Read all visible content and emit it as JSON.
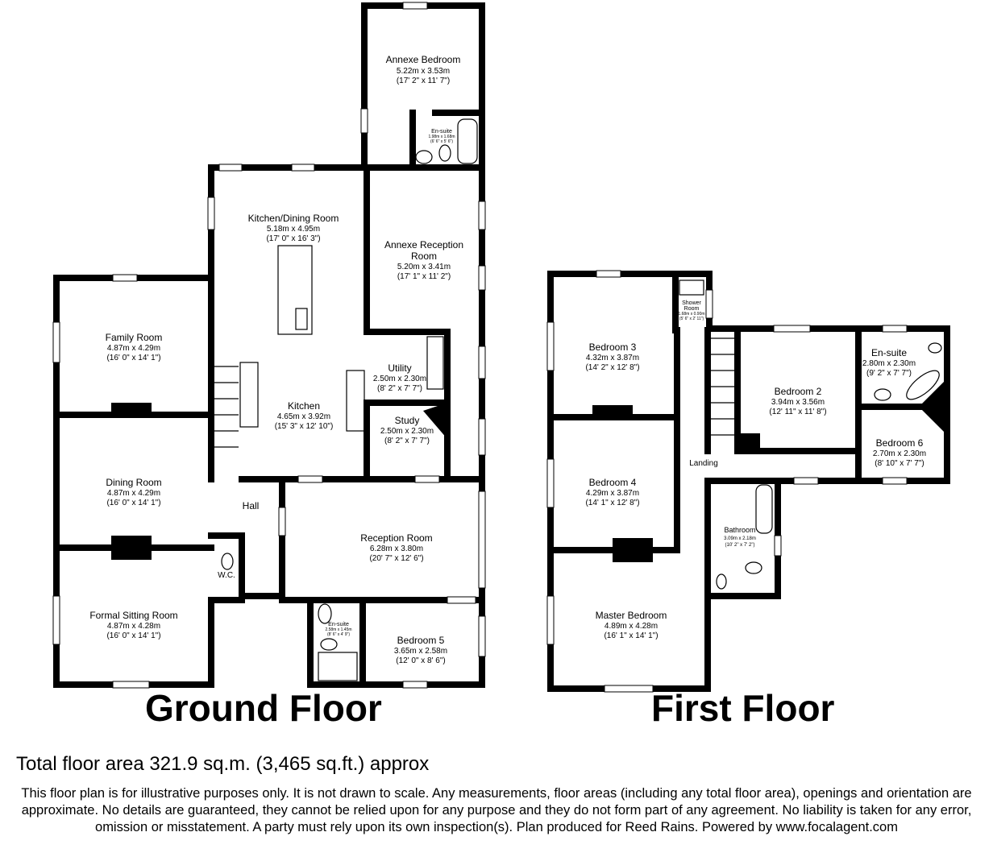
{
  "ground_floor": {
    "title": "Ground Floor",
    "rooms": [
      {
        "name": "Annexe Bedroom",
        "metric": "5.22m x 3.53m",
        "imperial": "(17' 2\" x 11' 7\")"
      },
      {
        "name": "En-suite",
        "metric": "1.98m x 1.68m",
        "imperial": "(6' 6\" x 5' 6\")"
      },
      {
        "name": "Kitchen/Dining Room",
        "metric": "5.18m x 4.95m",
        "imperial": "(17' 0\" x 16' 3\")"
      },
      {
        "name": "Annexe Reception Room",
        "metric": "5.20m x 3.41m",
        "imperial": "(17' 1\" x 11' 2\")"
      },
      {
        "name": "Family Room",
        "metric": "4.87m x 4.29m",
        "imperial": "(16' 0\" x 14' 1\")"
      },
      {
        "name": "Utility",
        "metric": "2.50m x 2.30m",
        "imperial": "(8' 2\" x 7' 7\")"
      },
      {
        "name": "Kitchen",
        "metric": "4.65m x 3.92m",
        "imperial": "(15' 3\" x 12' 10\")"
      },
      {
        "name": "Study",
        "metric": "2.50m x 2.30m",
        "imperial": "(8' 2\" x 7' 7\")"
      },
      {
        "name": "Dining Room",
        "metric": "4.87m x 4.29m",
        "imperial": "(16' 0\" x 14' 1\")"
      },
      {
        "name": "Hall"
      },
      {
        "name": "Reception Room",
        "metric": "6.28m x 3.80m",
        "imperial": "(20' 7\" x 12' 6\")"
      },
      {
        "name": "W.C."
      },
      {
        "name": "Formal Sitting Room",
        "metric": "4.87m x 4.28m",
        "imperial": "(16' 0\" x 14' 1\")"
      },
      {
        "name": "En-suite",
        "metric": "2.58m x 1.45m",
        "imperial": "(8' 6\" x 4' 9\")"
      },
      {
        "name": "Bedroom 5",
        "metric": "3.65m x 2.58m",
        "imperial": "(12' 0\" x 8' 6\")"
      }
    ]
  },
  "first_floor": {
    "title": "First Floor",
    "rooms": [
      {
        "name": "Bedroom 3",
        "metric": "4.32m x 3.87m",
        "imperial": "(14' 2\" x 12' 8\")"
      },
      {
        "name": "Shower Room",
        "metric": "1.68m x 0.90m",
        "imperial": "(5' 6\" x 2' 11\")"
      },
      {
        "name": "En-suite",
        "metric": "2.80m x 2.30m",
        "imperial": "(9' 2\" x 7' 7\")"
      },
      {
        "name": "Bedroom 2",
        "metric": "3.94m x 3.56m",
        "imperial": "(12' 11\" x 11' 8\")"
      },
      {
        "name": "Bedroom 6",
        "metric": "2.70m x 2.30m",
        "imperial": "(8' 10\" x 7' 7\")"
      },
      {
        "name": "Bedroom 4",
        "metric": "4.29m x 3.87m",
        "imperial": "(14' 1\" x 12' 8\")"
      },
      {
        "name": "Landing"
      },
      {
        "name": "Bathroom",
        "metric": "3.09m x 2.18m",
        "imperial": "(10' 2\" x 7' 2\")"
      },
      {
        "name": "Master Bedroom",
        "metric": "4.89m x 4.28m",
        "imperial": "(16' 1\" x 14' 1\")"
      }
    ]
  },
  "total_area": "Total floor area 321.9 sq.m. (3,465 sq.ft.) approx",
  "disclaimer": "This floor plan is for illustrative purposes only. It is not drawn to scale. Any measurements, floor areas (including any total floor area), openings and orientation are approximate. No details are guaranteed, they cannot be relied upon for any purpose and they do not form part of any agreement. No liability is taken for any error, omission or misstatement. A party must rely upon its own inspection(s). Plan produced for Reed Rains. Powered by www.focalagent.com"
}
